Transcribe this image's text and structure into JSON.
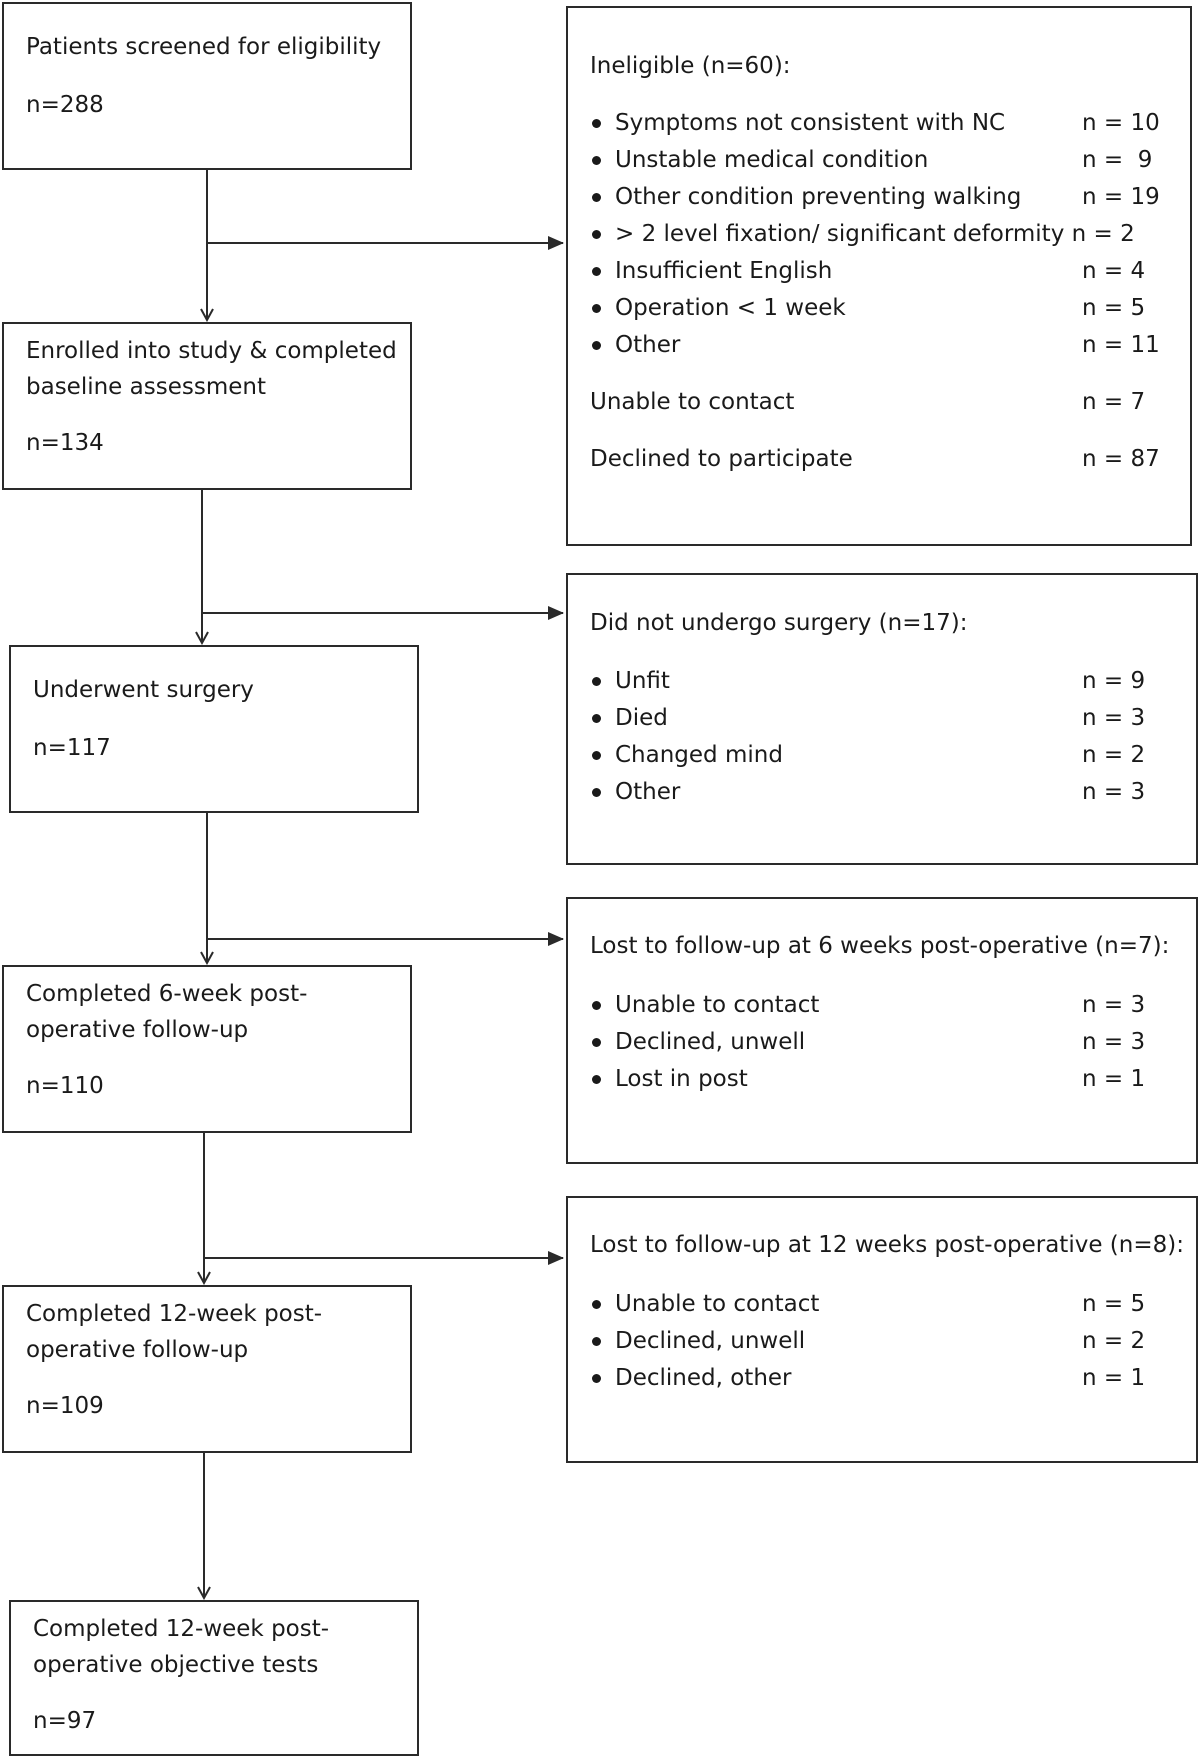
{
  "flow": {
    "screened": {
      "label": "Patients screened for eligibility",
      "n": "n=288"
    },
    "enrolled": {
      "label_line1": "Enrolled into study & completed",
      "label_line2": "baseline assessment",
      "n": "n=134"
    },
    "surgery": {
      "label": "Underwent surgery",
      "n": "n=117"
    },
    "week6": {
      "label_line1": "Completed 6-week post-",
      "label_line2": "operative follow-up",
      "n": "n=110"
    },
    "week12": {
      "label_line1": "Completed 12-week post-",
      "label_line2": "operative follow-up",
      "n": "n=109"
    },
    "objective": {
      "label_line1": "Completed 12-week post-",
      "label_line2": "operative objective tests",
      "n": "n=97"
    }
  },
  "exclusions": {
    "ineligible": {
      "title": "Ineligible (n=60):",
      "items": [
        {
          "label": "Symptoms not consistent with NC",
          "count": "n = 10"
        },
        {
          "label": "Unstable medical condition",
          "count": "n =  9"
        },
        {
          "label": "Other condition preventing walking",
          "count": "n = 19"
        },
        {
          "label": "> 2 level fixation/ significant deformity n = 2",
          "count": ""
        },
        {
          "label": "Insufficient English",
          "count": "n = 4"
        },
        {
          "label": "Operation < 1 week",
          "count": "n = 5"
        },
        {
          "label": "Other",
          "count": "n = 11"
        }
      ],
      "extra": [
        {
          "label": "Unable to contact",
          "count": "n = 7"
        },
        {
          "label": "Declined to participate",
          "count": "n = 87"
        }
      ]
    },
    "no_surgery": {
      "title": "Did not undergo surgery (n=17):",
      "items": [
        {
          "label": "Unfit",
          "count": "n = 9"
        },
        {
          "label": "Died",
          "count": "n = 3"
        },
        {
          "label": "Changed mind",
          "count": "n = 2"
        },
        {
          "label": "Other",
          "count": "n = 3"
        }
      ]
    },
    "lost6": {
      "title": "Lost to follow-up at 6 weeks post-operative (n=7):",
      "items": [
        {
          "label": "Unable to contact",
          "count": "n = 3"
        },
        {
          "label": "Declined, unwell",
          "count": "n = 3"
        },
        {
          "label": "Lost in post",
          "count": "n = 1"
        }
      ]
    },
    "lost12": {
      "title": "Lost to follow-up at 12 weeks post-operative (n=8):",
      "items": [
        {
          "label": "Unable to contact",
          "count": "n = 5"
        },
        {
          "label": "Declined, unwell",
          "count": "n = 2"
        },
        {
          "label": "Declined, other",
          "count": "n = 1"
        }
      ]
    }
  }
}
